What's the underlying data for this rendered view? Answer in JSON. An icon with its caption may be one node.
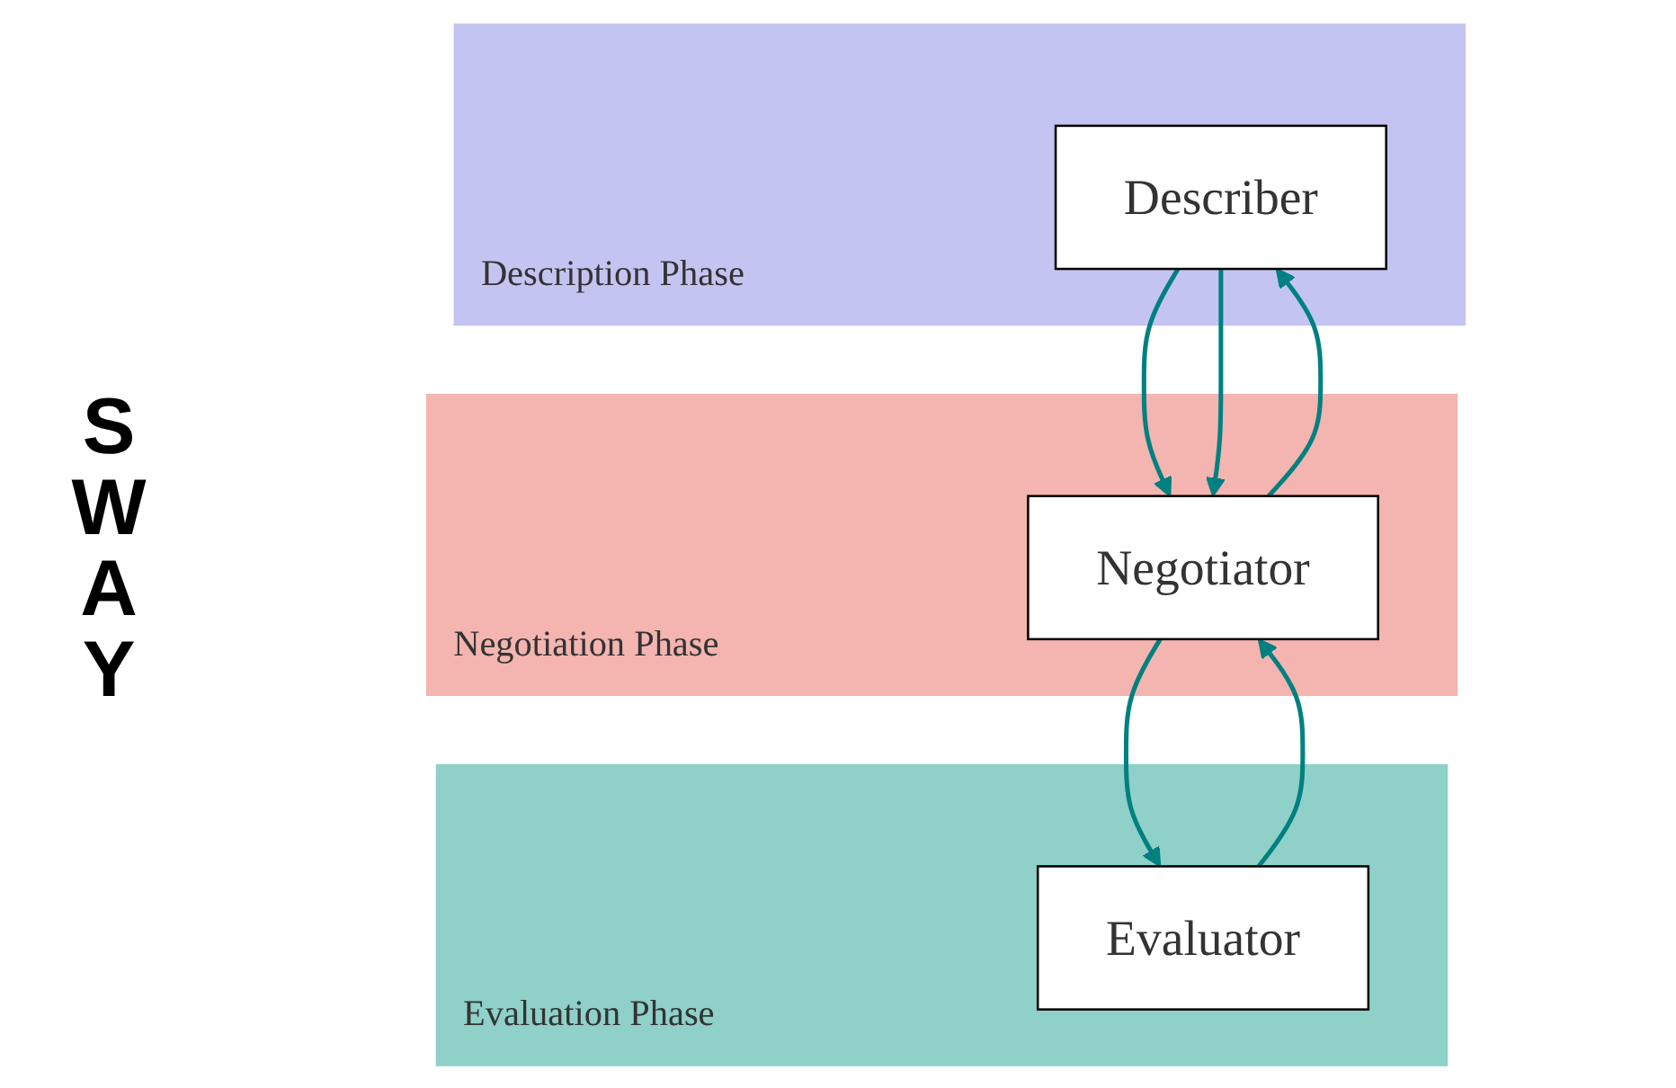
{
  "diagram": {
    "nodes": [
      {
        "text": [
          "Description Phase"
        ]
      },
      {
        "text": [
          "Describer"
        ],
        "in": 0
      },
      {
        "text": [
          "Negotiation Phase"
        ]
      },
      {
        "text": [
          "Negotiator"
        ],
        "in": 2
      },
      {
        "text": [
          "Evaluation Phase"
        ]
      },
      {
        "text": [
          "Evaluator"
        ],
        "in": 4
      }
    ],
    "edges": [
      {
        "from": 1,
        "to": 3,
        "arrow": "to"
      },
      {
        "from": 3,
        "to": 1,
        "arrow": "to"
      },
      {
        "from": 1,
        "to": 3,
        "arrow": "to"
      },
      {
        "from": 3,
        "to": 5,
        "arrow": "to"
      },
      {
        "from": 5,
        "to": 3,
        "arrow": "to"
      }
    ],
    "labels": [
      "SWAY"
    ]
  }
}
